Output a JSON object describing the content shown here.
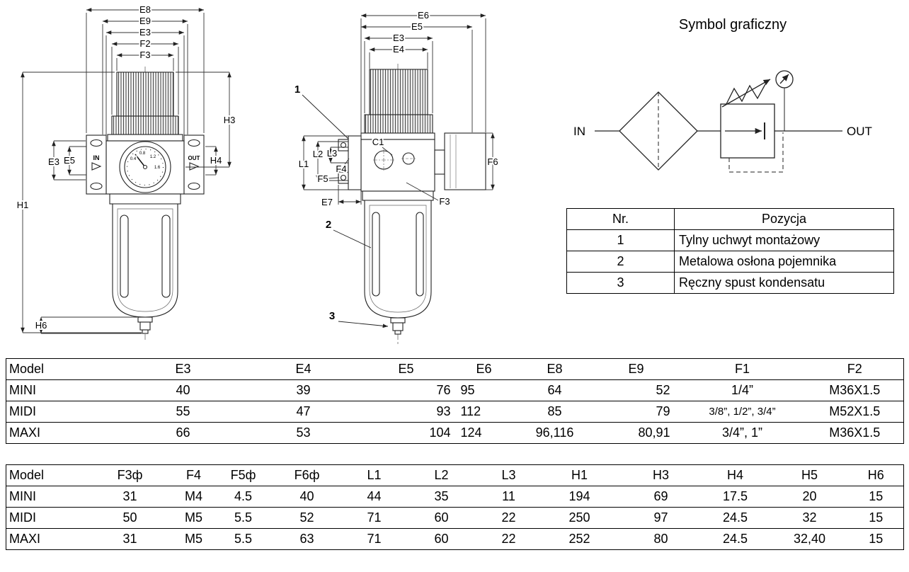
{
  "symbol_section": {
    "title": "Symbol graficzny",
    "in_label": "IN",
    "out_label": "OUT"
  },
  "parts_table": {
    "headers": {
      "nr": "Nr.",
      "pozycja": "Pozycja"
    },
    "rows": [
      {
        "nr": "1",
        "pozycja": "Tylny uchwyt montażowy"
      },
      {
        "nr": "2",
        "pozycja": "Metalowa osłona pojemnika"
      },
      {
        "nr": "3",
        "pozycja": "Ręczny spust kondensatu"
      }
    ]
  },
  "front_view": {
    "labels": {
      "e8": "E8",
      "e9": "E9",
      "e3_top": "E3",
      "f2": "F2",
      "f3": "F3",
      "h3": "H3",
      "h4": "H4",
      "e3_side": "E3",
      "e5": "E5",
      "h1": "H1",
      "h6": "H6",
      "in": "IN",
      "out": "OUT"
    },
    "gauge_labels": [
      "0.4",
      "0.8",
      "1.2",
      "1.6"
    ]
  },
  "side_view": {
    "labels": {
      "e6": "E6",
      "e5": "E5",
      "e3": "E3",
      "e4": "E4",
      "l1": "L1",
      "l2": "L2",
      "l3": "L3",
      "f4": "F4",
      "f5": "F5",
      "e7": "E7",
      "c1": "C1",
      "f3": "F3",
      "f6": "F6"
    },
    "callouts": {
      "one": "1",
      "two": "2",
      "three": "3"
    }
  },
  "table1": {
    "headers": [
      "Model",
      "E3",
      "E4",
      "E5",
      "E6",
      "E8",
      "E9",
      "F1",
      "F2"
    ],
    "rows": [
      [
        "MINI",
        "40",
        "39",
        "76",
        "95",
        "64",
        "52",
        "1/4”",
        "M36X1.5"
      ],
      [
        "MIDI",
        "55",
        "47",
        "93",
        "112",
        "85",
        "79",
        "3/8”, 1/2”, 3/4”",
        "M52X1.5"
      ],
      [
        "MAXI",
        "66",
        "53",
        "104",
        "124",
        "96,116",
        "80,91",
        "3/4”, 1”",
        "M36X1.5"
      ]
    ]
  },
  "table2": {
    "headers": [
      "Model",
      "F3ф",
      "F4",
      "F5ф",
      "F6ф",
      "L1",
      "L2",
      "L3",
      "H1",
      "H3",
      "H4",
      "H5",
      "H6"
    ],
    "rows": [
      [
        "MINI",
        "31",
        "M4",
        "4.5",
        "40",
        "44",
        "35",
        "11",
        "194",
        "69",
        "17.5",
        "20",
        "15"
      ],
      [
        "MIDI",
        "50",
        "M5",
        "5.5",
        "52",
        "71",
        "60",
        "22",
        "250",
        "97",
        "24.5",
        "32",
        "15"
      ],
      [
        "MAXI",
        "31",
        "M5",
        "5.5",
        "63",
        "71",
        "60",
        "22",
        "252",
        "80",
        "24.5",
        "32,40",
        "15"
      ]
    ]
  }
}
